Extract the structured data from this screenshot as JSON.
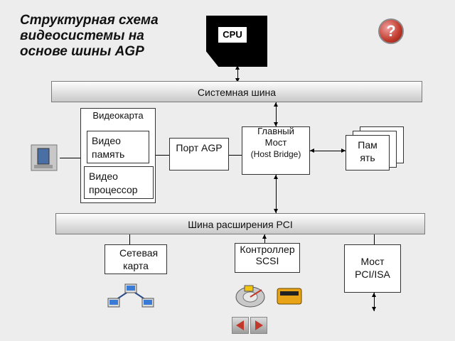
{
  "title": "Структурная схема видеосистемы на основе шины AGP",
  "cpu": {
    "label": "CPU"
  },
  "system_bus": {
    "label": "Системная шина"
  },
  "video_card": {
    "label": "Видеокарта",
    "memory": "Видео память",
    "processor": "Видео процессор"
  },
  "agp_port": {
    "label": "Порт AGP"
  },
  "host_bridge": {
    "line1": "Главный Мост",
    "line2": "(Host Bridge)"
  },
  "memory": {
    "label": "Память"
  },
  "pci_bus": {
    "label": "Шина расширения PCI"
  },
  "network_card": {
    "label": "Сетевая карта"
  },
  "scsi_controller": {
    "label": "Контроллер SCSI"
  },
  "pci_isa_bridge": {
    "label": "Мост PCI/ISA"
  },
  "help": {
    "label": "?"
  },
  "colors": {
    "help_red": "#c0392b",
    "bus_grey": "#d9d9d9",
    "nav_arrow": "#c0392b"
  }
}
